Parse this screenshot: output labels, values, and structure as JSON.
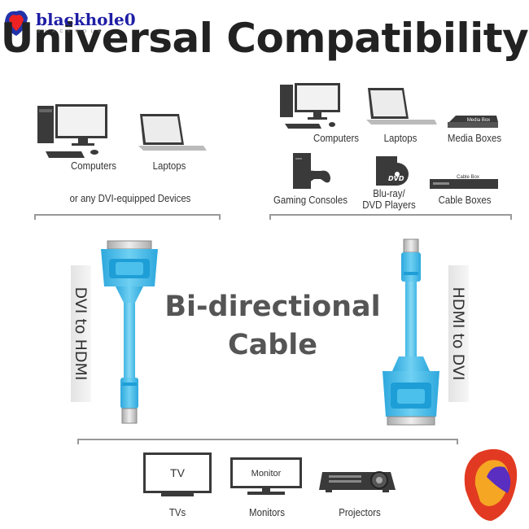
{
  "title": "Universal Compatibility",
  "watermark": {
    "name": "blackhole0",
    "tagline": "BLACKHOLE"
  },
  "left_group": {
    "items": [
      "Computers",
      "Laptops"
    ],
    "caption": "or any DVI-equipped Devices"
  },
  "right_group": {
    "items": [
      "Computers",
      "Laptops",
      "Media Boxes",
      "Gaming Consoles",
      "Blu-ray/",
      "DVD Players",
      "Cable Boxes"
    ],
    "media_box_text": "Media Box",
    "cable_box_text": "Cable Box"
  },
  "side_labels": {
    "left": "DVI to HDMI",
    "right": "HDMI to DVI"
  },
  "center": {
    "line1": "Bi-directional",
    "line2": "Cable"
  },
  "bottom_group": {
    "items": [
      "TVs",
      "Monitors",
      "Projectors"
    ],
    "tv_screen_text": "TV",
    "monitor_screen_text": "Monitor"
  },
  "colors": {
    "cable_blue": "#5ac8ec",
    "connector_blue": "#3cb4e6",
    "icon_dark": "#3a3a3a",
    "title": "#222222"
  }
}
